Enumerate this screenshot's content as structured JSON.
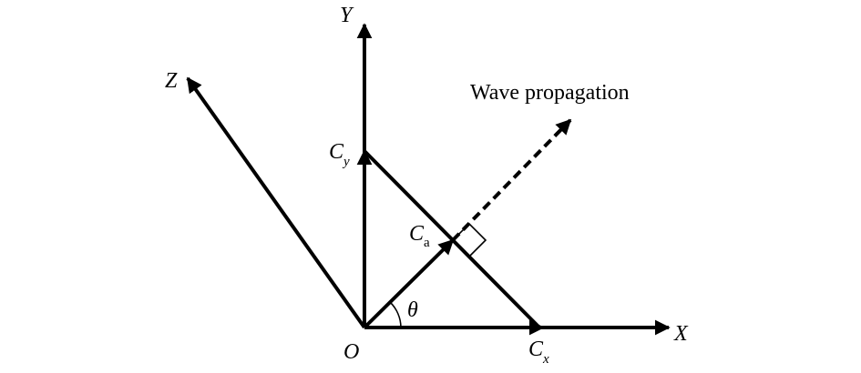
{
  "labels": {
    "y_axis": "Y",
    "x_axis": "X",
    "z_axis": "Z",
    "origin": "O",
    "cy_main": "C",
    "cy_sub": "y",
    "cx_main": "C",
    "cx_sub": "x",
    "ca_main": "C",
    "ca_sub": "a",
    "theta": "θ",
    "wave_propagation": "Wave propagation"
  },
  "colors": {
    "stroke": "#000000",
    "background": "#ffffff"
  }
}
